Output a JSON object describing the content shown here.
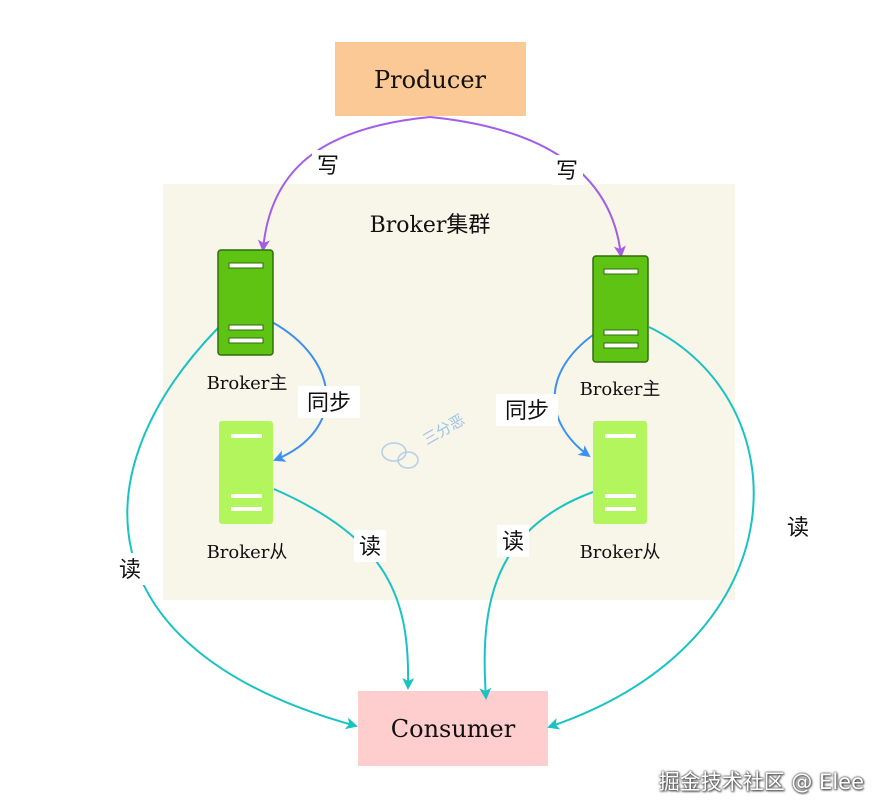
{
  "producer": {
    "label": "Producer",
    "color": "#fbc996"
  },
  "consumer": {
    "label": "Consumer",
    "color": "#fecdcd"
  },
  "cluster": {
    "label": "Broker集群",
    "color": "#f8f5e9"
  },
  "brokers": {
    "left_master_label": "Broker主",
    "left_slave_label": "Broker从",
    "right_master_label": "Broker主",
    "right_slave_label": "Broker从",
    "master_color": "#5ec312",
    "slave_color": "#b3f55c"
  },
  "edges": {
    "write_left": "写",
    "write_right": "写",
    "sync_left": "同步",
    "sync_right": "同步",
    "read_left_master": "读",
    "read_left_slave": "读",
    "read_right_slave": "读",
    "read_right_master": "读",
    "write_color": "#a35ee6",
    "sync_color": "#3c91f0",
    "read_color": "#19c3c3"
  },
  "watermark": {
    "wechat_text": "三分恶",
    "site_text": "掘金技术社区 @ Elee"
  }
}
